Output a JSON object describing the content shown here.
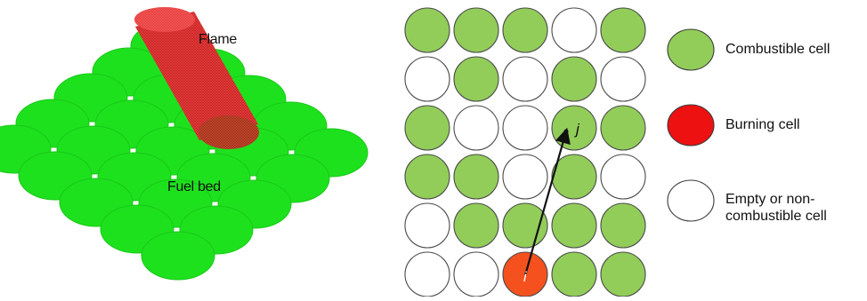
{
  "left_panel": {
    "flame_label": "Flame",
    "fuel_bed_label": "Fuel bed"
  },
  "grid": {
    "rows": [
      [
        "combustible",
        "combustible",
        "combustible",
        "empty",
        "combustible"
      ],
      [
        "empty",
        "combustible",
        "empty",
        "combustible",
        "empty"
      ],
      [
        "combustible",
        "empty",
        "empty",
        "combustible",
        "combustible"
      ],
      [
        "combustible",
        "combustible",
        "empty",
        "combustible",
        "empty"
      ],
      [
        "empty",
        "combustible",
        "combustible",
        "combustible",
        "combustible"
      ],
      [
        "empty",
        "empty",
        "burning",
        "combustible",
        "combustible"
      ]
    ],
    "label_i": "i",
    "label_j": "j"
  },
  "legend": {
    "items": [
      {
        "kind": "combustible",
        "label": "Combustible cell"
      },
      {
        "kind": "burning",
        "label": "Burning cell"
      },
      {
        "kind": "empty",
        "label": "Empty or non-\ncombustible cell"
      }
    ]
  },
  "colors": {
    "combustible": "#92cd5a",
    "burning": "#f4511e",
    "empty": "#ffffff",
    "fuel_bed": "#1ee11e",
    "flame": "#c81e1e",
    "legend_burning": "#ee1111"
  }
}
